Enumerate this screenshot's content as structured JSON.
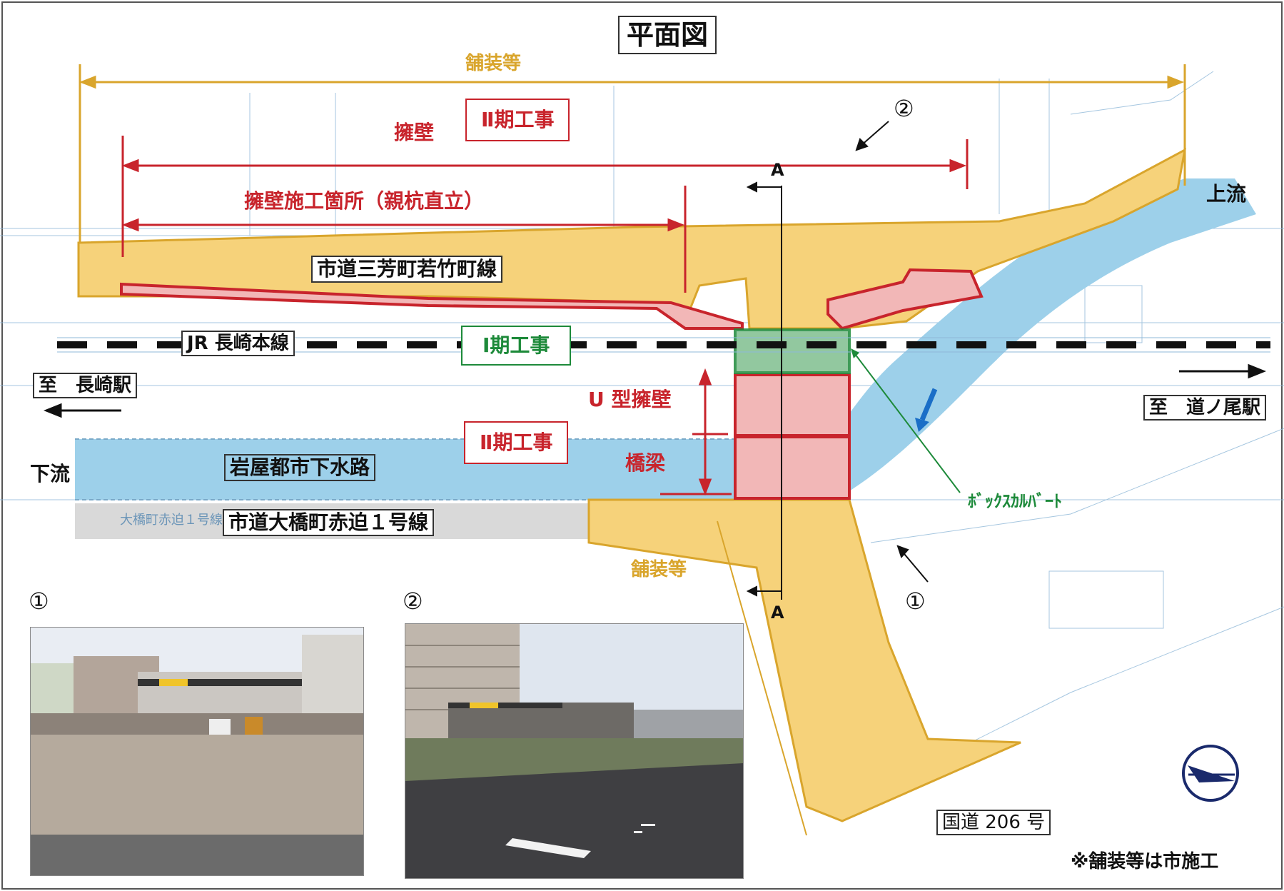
{
  "title": "平面図",
  "labels": {
    "paving_top": "舗装等",
    "retaining_wall": "擁壁",
    "phase2_top": "Ⅱ期工事",
    "wall_section": "擁壁施工箇所（親杭直立）",
    "road_top": "市道三芳町若竹町線",
    "jr_line": "JR 長崎本線",
    "phase1": "Ⅰ期工事",
    "to_nagasaki": "至　長崎駅",
    "to_michinoo": "至　道ノ尾駅",
    "u_wall": "U 型擁壁",
    "phase2_mid": "Ⅱ期工事",
    "bridge": "橋梁",
    "upstream": "上流",
    "downstream": "下流",
    "sewer": "岩屋都市下水路",
    "road_bottom": "市道大橋町赤迫１号線",
    "road_bottom_faded": "大橋町赤迫１号線",
    "paving_bottom": "舗装等",
    "box_culvert": "ﾎﾞｯｸｽｶﾙﾊﾞｰﾄ",
    "section_mark": "A",
    "marker_1": "①",
    "marker_2": "②",
    "route206": "国道 206 号",
    "note": "※舗装等は市施工"
  },
  "colors": {
    "paving": "#f6d27a",
    "paving_border": "#d9a52c",
    "retaining": "#f2b7b7",
    "retaining_border": "#c8242c",
    "water": "#9dd0ea",
    "green": "#1d8a3a",
    "gray_road": "#d9d9d9"
  },
  "icons": {
    "north_arrow": "compass-arrow-icon",
    "flow_arrow": "flow-direction-arrow-icon"
  }
}
